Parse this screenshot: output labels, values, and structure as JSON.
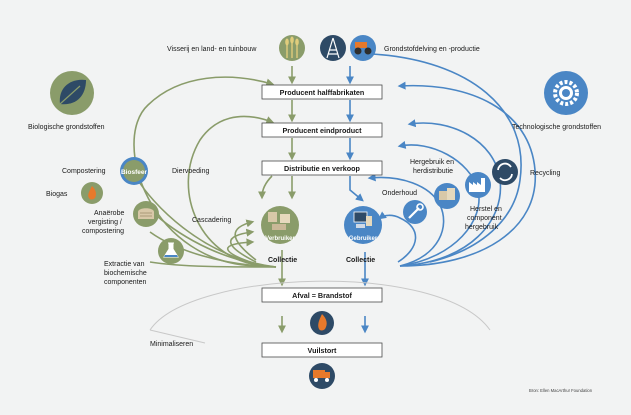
{
  "inputs": {
    "bio": "Visserij en land- en tuinbouw",
    "tech": "Grondstofdelving en -productie"
  },
  "boxes": {
    "semi": "Producent halffabrikaten",
    "final": "Producent eindproduct",
    "retail": "Distributie en verkoop",
    "waste": "Afval = Brandstof",
    "landfill": "Vuilstort"
  },
  "left": {
    "title": "Biologische grondstoffen",
    "biosphere": "Biosfeer",
    "composting": "Compostering",
    "biogas": "Biogas",
    "anaerobic": [
      "Anaërobe",
      "vergisting /",
      "compostering"
    ],
    "extraction": [
      "Extractie van",
      "biochemische",
      "componenten"
    ],
    "feed": "Diervoeding",
    "cascading": "Cascadering",
    "consumer": "Verbruiker",
    "collection": "Collectie",
    "minimise": "Minimaliseren"
  },
  "right": {
    "title": "Technologische grondstoffen",
    "recycling": "Recycling",
    "reuse": [
      "Hergebruik en",
      "herdistributie"
    ],
    "maintenance": "Onderhoud",
    "refurbish": [
      "Herstel en",
      "component",
      "hergebruik"
    ],
    "user": "Gebruiker",
    "collection": "Collectie"
  },
  "source": "Bron: Ellen MacArthur Foundation",
  "colors": {
    "bio_green": "#8a9c6a",
    "tech_blue": "#4a86c5",
    "dark_navy": "#2e4a66",
    "accent_orange": "#e7792b",
    "background": "#f2f3f3"
  },
  "icons": [
    "leaf-icon",
    "gear-icon",
    "wheat-icon",
    "oil-derrick-icon",
    "tractor-icon",
    "flame-icon",
    "digester-icon",
    "flask-icon",
    "recycle-icon",
    "factory-icon",
    "wrench-icon",
    "boxes-icon",
    "consumer-icon",
    "user-computer-icon",
    "garbage-truck-icon"
  ]
}
